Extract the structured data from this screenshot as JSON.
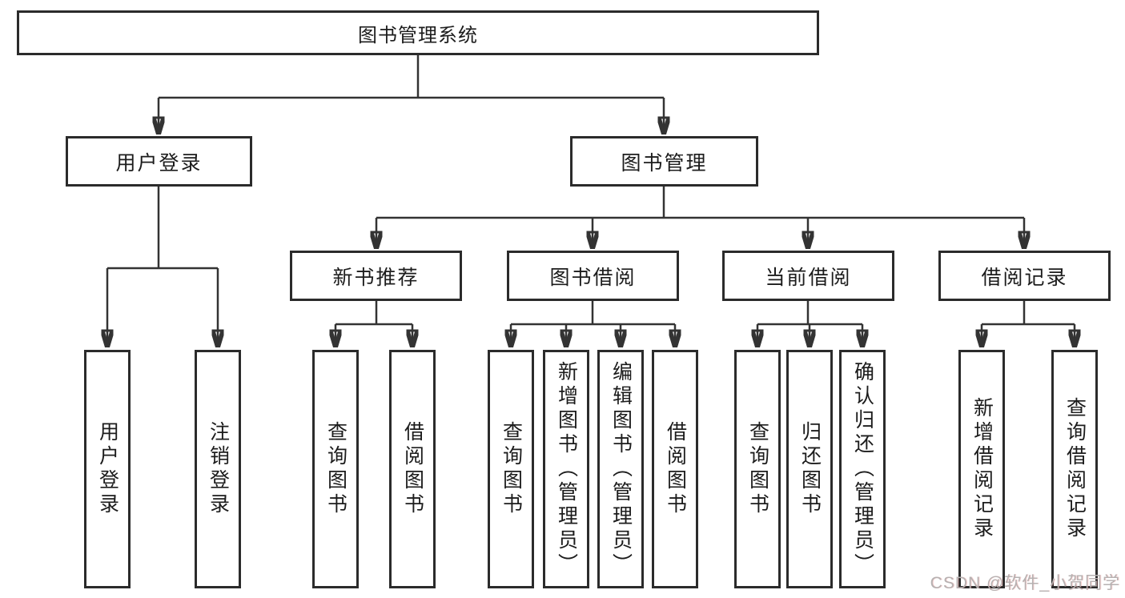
{
  "diagram": {
    "root": {
      "label": "图书管理系统"
    },
    "level2": [
      {
        "label": "用户登录"
      },
      {
        "label": "图书管理"
      }
    ],
    "level3": [
      {
        "label": "新书推荐"
      },
      {
        "label": "图书借阅"
      },
      {
        "label": "当前借阅"
      },
      {
        "label": "借阅记录"
      }
    ],
    "leaves": [
      {
        "label": "用户登录"
      },
      {
        "label": "注销登录"
      },
      {
        "label": "查询图书"
      },
      {
        "label": "借阅图书"
      },
      {
        "label": "查询图书"
      },
      {
        "label": "新增图书（管理员）"
      },
      {
        "label": "编辑图书（管理员）"
      },
      {
        "label": "借阅图书"
      },
      {
        "label": "查询图书"
      },
      {
        "label": "归还图书"
      },
      {
        "label": "确认归还（管理员）"
      },
      {
        "label": "新增借阅记录"
      },
      {
        "label": "查询借阅记录"
      }
    ]
  },
  "watermark": {
    "text": "CSDN @软件_小贺同学"
  },
  "colors": {
    "line": "#333333",
    "box_border": "#2b2b2b",
    "box_fill": "#ffffff",
    "text": "#1c1c1c",
    "watermark": "#b6b1b1"
  }
}
